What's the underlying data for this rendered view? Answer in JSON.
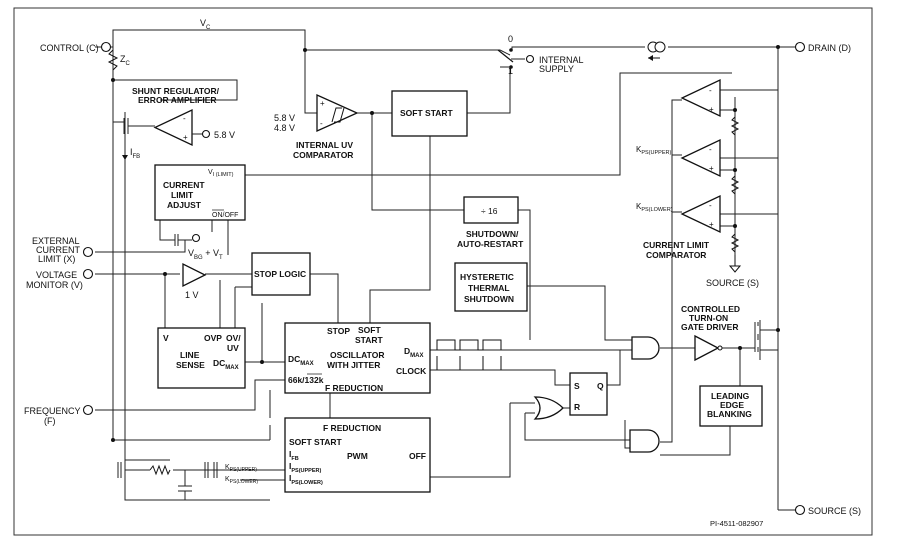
{
  "pins": {
    "control": "CONTROL (C)",
    "drain": "DRAIN (D)",
    "ext_current_1": "EXTERNAL",
    "ext_current_2": "CURRENT",
    "ext_current_3": "LIMIT (X)",
    "voltage_monitor_1": "VOLTAGE",
    "voltage_monitor_2": "MONITOR (V)",
    "frequency_1": "FREQUENCY",
    "frequency_2": "(F)",
    "source_bottom": "SOURCE (S)",
    "source_right": "SOURCE (S)"
  },
  "nets": {
    "vc": "V",
    "vc_sub": "C",
    "zc": "Z",
    "zc_sub": "C",
    "ifb": "I",
    "ifb_sub": "FB",
    "vbg": "V",
    "vbg_sub1": "BG",
    "vbg_plus": " + V",
    "vbg_sub2": "T",
    "v58_a": "5.8 V",
    "v58_b": "5.8 V",
    "v48": "4.8 V",
    "v1": "1 V",
    "switch_0": "0",
    "switch_1": "1"
  },
  "blocks": {
    "shunt_1": "SHUNT REGULATOR/",
    "shunt_2": "ERROR AMPLIFIER",
    "uv_comp_1": "INTERNAL UV",
    "uv_comp_2": "COMPARATOR",
    "soft_start": "SOFT START",
    "internal_supply_1": "INTERNAL",
    "internal_supply_2": "SUPPLY",
    "cla_1": "CURRENT",
    "cla_2": "LIMIT",
    "cla_3": "ADJUST",
    "cla_vi": "V",
    "cla_vi_sub": "I (LIMIT)",
    "cla_onoff": "ON/OFF",
    "div16": "÷ 16",
    "shutdown_1": "SHUTDOWN/",
    "shutdown_2": "AUTO-RESTART",
    "stop_logic": "STOP LOGIC",
    "hts_1": "HYSTERETIC",
    "hts_2": "THERMAL",
    "hts_3": "SHUTDOWN",
    "cl_comp_1": "CURRENT LIMIT",
    "cl_comp_2": "COMPARATOR",
    "kps_upper": "K",
    "kps_upper_sub": "PS(UPPER)",
    "kps_lower": "K",
    "kps_lower_sub": "PS(LOWER)",
    "line_sense_v": "V",
    "line_sense_ovp": "OVP",
    "line_sense_ovuv_1": "OV/",
    "line_sense_ovuv_2": "UV",
    "line_sense_1": "LINE",
    "line_sense_2": "SENSE",
    "line_sense_dc": "DC",
    "line_sense_dc_sub": "MAX",
    "osc_stop": "STOP",
    "osc_soft_1": "SOFT",
    "osc_soft_2": "START",
    "osc_dcmax": "DC",
    "osc_dcmax_sub": "MAX",
    "osc_title_1": "OSCILLATOR",
    "osc_title_2": "WITH JITTER",
    "osc_dmax": "D",
    "osc_dmax_sub": "MAX",
    "osc_clock": "CLOCK",
    "osc_freq_sel": "66k/132k",
    "osc_f_red": "F REDUCTION",
    "pwm_title": "F REDUCTION",
    "pwm_soft_start": "SOFT START",
    "pwm_ifb": "I",
    "pwm_ifb_sub": "FB",
    "pwm_ipsu": "I",
    "pwm_ipsu_sub": "PS(UPPER)",
    "pwm_ipsl": "I",
    "pwm_ipsl_sub": "PS(LOWER)",
    "pwm_label": "PWM",
    "pwm_off": "OFF",
    "kps_u2": "K",
    "kps_u2_sub": "PS(UPPER)",
    "kps_l2": "K",
    "kps_l2_sub": "PS(LOWER)",
    "sr_s": "S",
    "sr_q": "Q",
    "sr_r": "R",
    "gate_driver_1": "CONTROLLED",
    "gate_driver_2": "TURN-ON",
    "gate_driver_3": "GATE DRIVER",
    "leb_1": "LEADING",
    "leb_2": "EDGE",
    "leb_3": "BLANKING"
  },
  "footer": {
    "part_id": "PI-4511-082907"
  }
}
